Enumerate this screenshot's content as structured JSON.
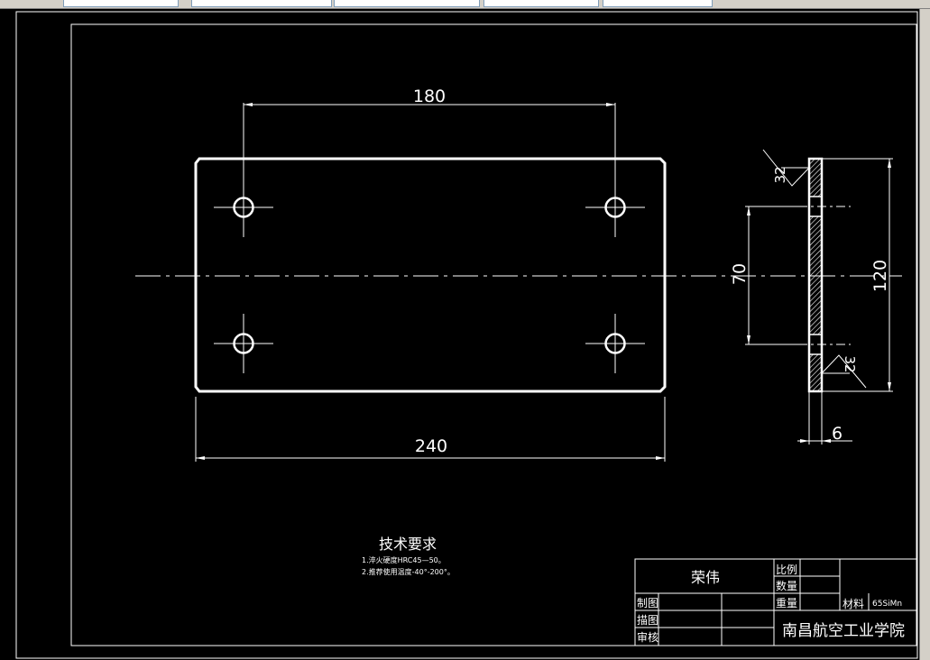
{
  "drawing": {
    "dimensions": {
      "d_180": "180",
      "d_240": "240",
      "d_70": "70",
      "d_120": "120",
      "d_6": "6"
    },
    "surface_finish": {
      "top": "32",
      "bottom": "32"
    },
    "tech_requirements": {
      "title": "技术要求",
      "item1": "1.淬火硬度HRC45—50。",
      "item2": "2.推荐使用温度-40°-200°。"
    }
  },
  "title_block": {
    "part_name": "荣伟",
    "scale_label": "比例",
    "quantity_label": "数量",
    "weight_label": "重量",
    "material_label": "材料",
    "material_value": "65SiMn",
    "drawn_label": "制图",
    "traced_label": "描图",
    "checked_label": "审核",
    "school": "南昌航空工业学院"
  }
}
